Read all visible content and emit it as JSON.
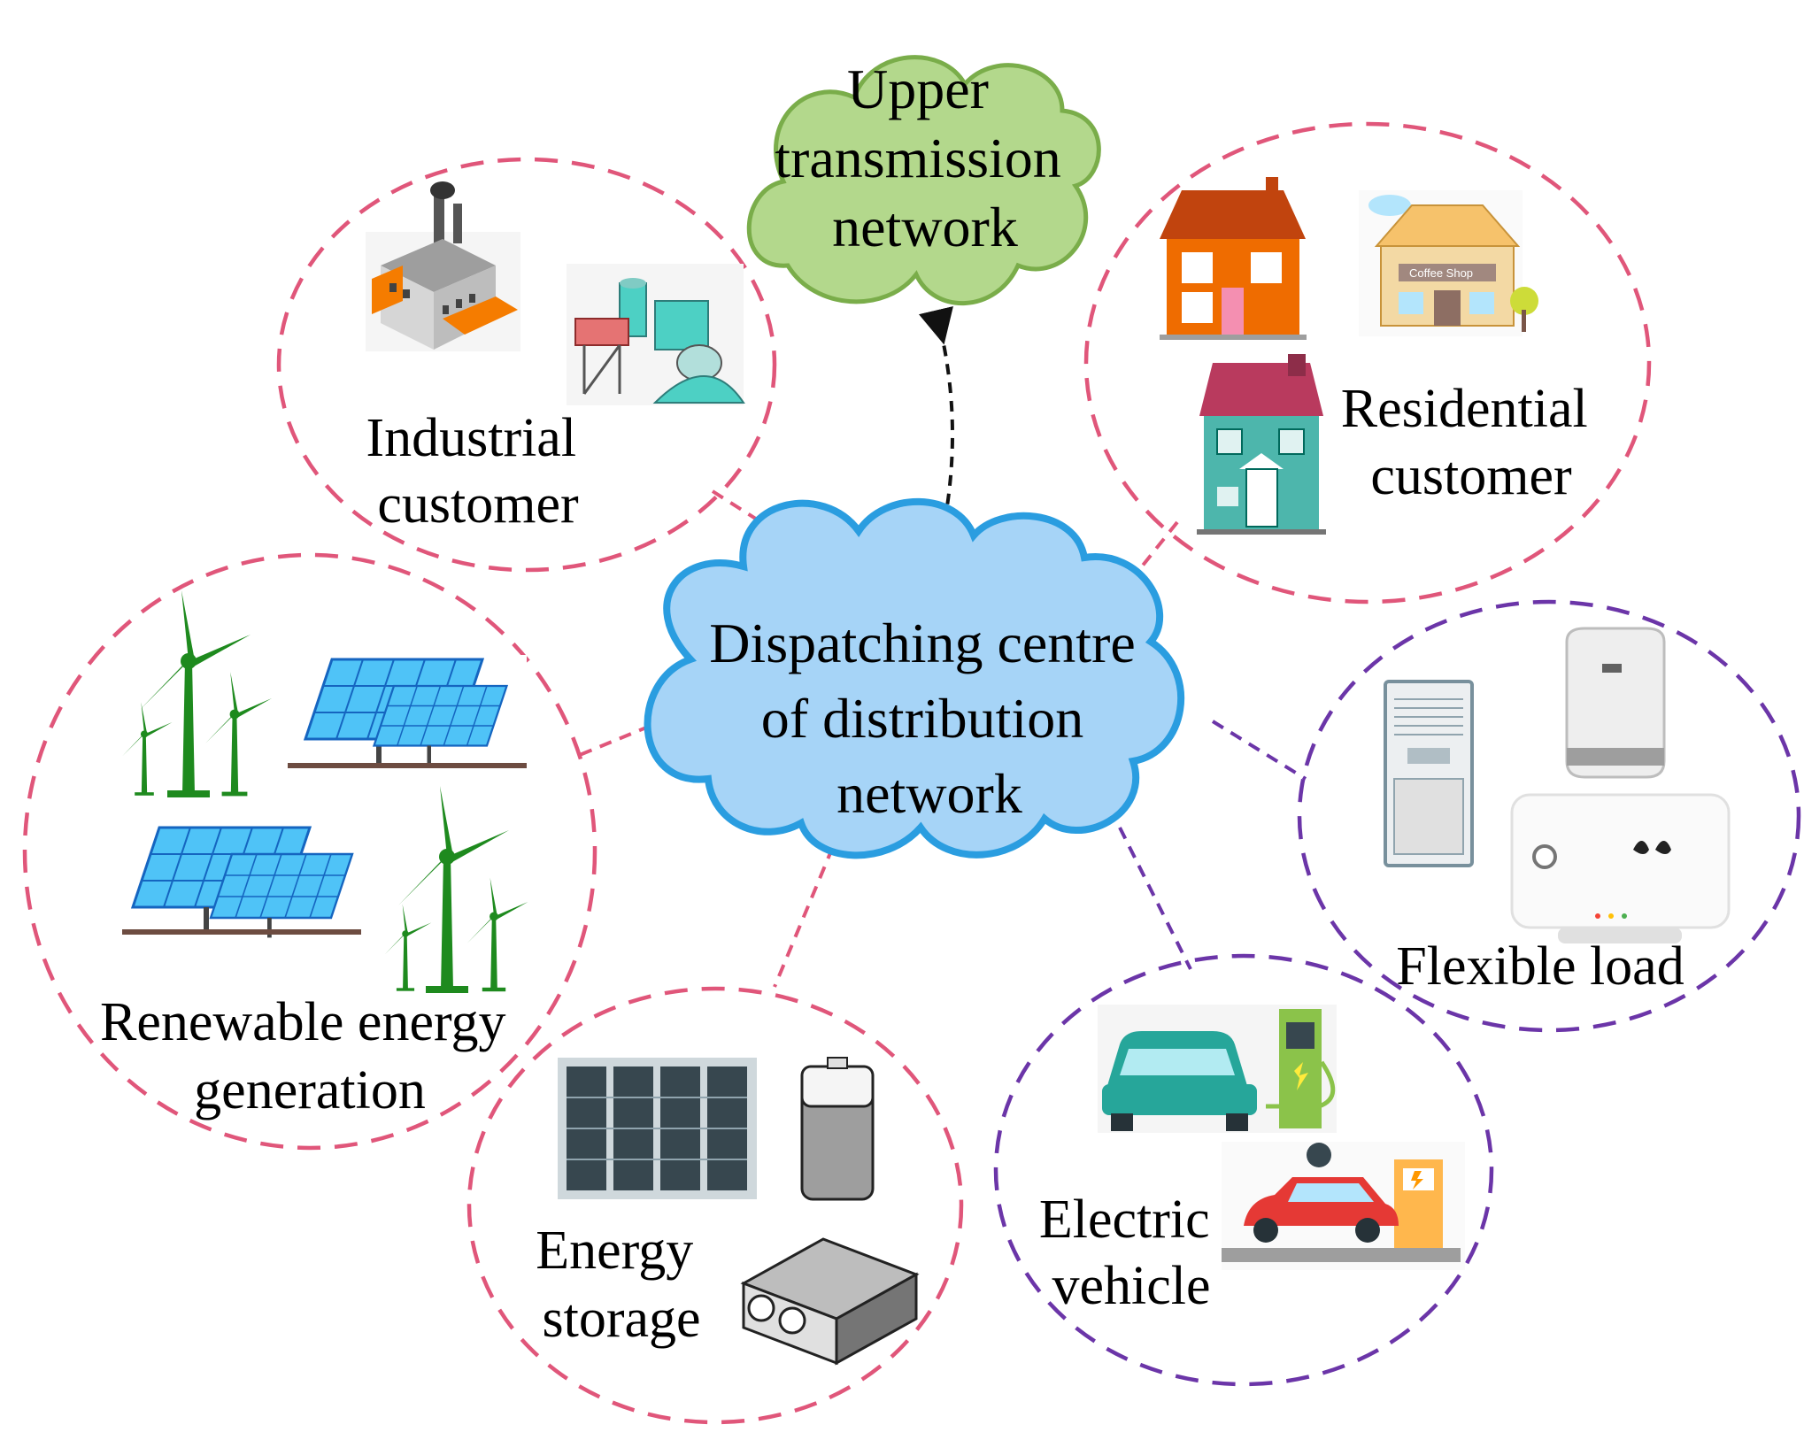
{
  "clouds": {
    "upper": {
      "lines": [
        "Upper",
        "transmission",
        "network"
      ],
      "fill": "#b3d88c",
      "stroke": "#7aad4a"
    },
    "centre": {
      "lines": [
        "Dispatching centre",
        "of distribution",
        "network"
      ],
      "fill": "#a6d4f7",
      "stroke": "#2a9de0"
    }
  },
  "groups": [
    {
      "id": "industrial",
      "lines": [
        "Industrial",
        "customer"
      ],
      "stroke": "#e0567a"
    },
    {
      "id": "residential",
      "lines": [
        "Residential",
        "customer"
      ],
      "stroke": "#e0567a"
    },
    {
      "id": "renewable",
      "lines": [
        "Renewable energy",
        "generation"
      ],
      "stroke": "#e0567a"
    },
    {
      "id": "storage",
      "lines": [
        "Energy",
        "storage"
      ],
      "stroke": "#e0567a"
    },
    {
      "id": "ev",
      "lines": [
        "Electric",
        "vehicle"
      ],
      "stroke": "#6b35a8"
    },
    {
      "id": "flexible",
      "lines": [
        "Flexible load"
      ],
      "stroke": "#6b35a8"
    }
  ],
  "icons": [
    "factory-icon",
    "chemical-plant-icon",
    "house-icon",
    "coffee-shop-icon",
    "townhouse-icon",
    "wind-turbine-icon",
    "solar-panel-icon",
    "battery-rack-icon",
    "battery-cell-icon",
    "battery-pack-icon",
    "car-charger-icon",
    "charging-station-icon",
    "air-conditioner-icon",
    "water-heater-icon",
    "wall-heater-icon"
  ]
}
